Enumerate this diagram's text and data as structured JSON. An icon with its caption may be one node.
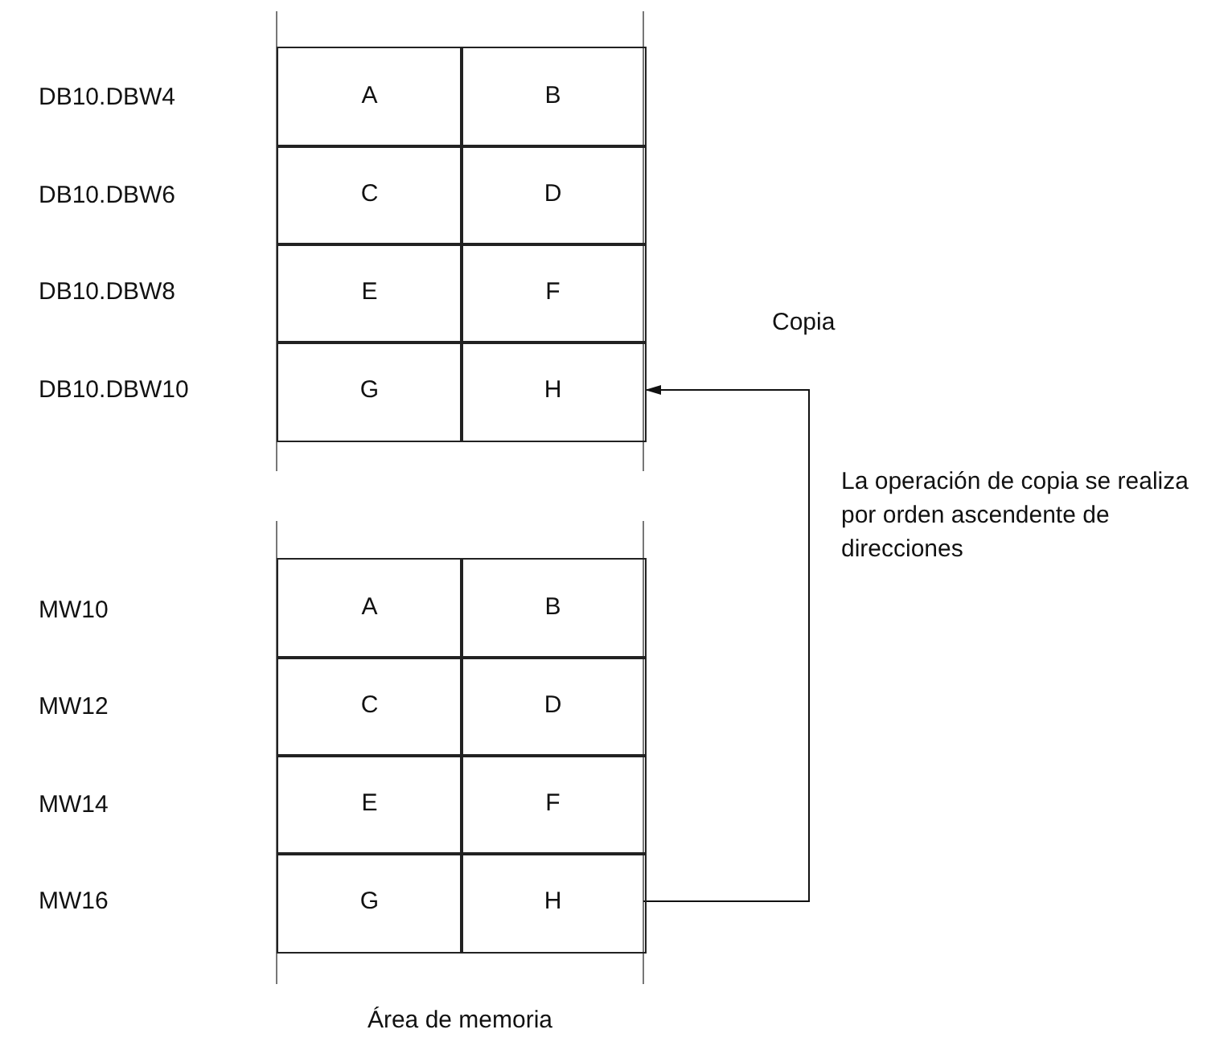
{
  "diagram": {
    "nodes": [
      {
        "text": [
          "A"
        ]
      },
      {
        "text": [
          "B"
        ]
      },
      {
        "text": [
          "C"
        ]
      },
      {
        "text": [
          "D"
        ]
      },
      {
        "text": [
          "E"
        ]
      },
      {
        "text": [
          "F"
        ]
      },
      {
        "text": [
          "G"
        ]
      },
      {
        "text": [
          "H"
        ]
      },
      {
        "text": [
          "A"
        ]
      },
      {
        "text": [
          "B"
        ]
      },
      {
        "text": [
          "C"
        ]
      },
      {
        "text": [
          "D"
        ]
      },
      {
        "text": [
          "E"
        ]
      },
      {
        "text": [
          "F"
        ]
      },
      {
        "text": [
          "G"
        ]
      },
      {
        "text": [
          "H"
        ]
      }
    ],
    "edges": [
      {
        "from": 15,
        "to": 7,
        "arrow": "to",
        "label": "Copia"
      }
    ],
    "labels": [
      "DB10.DBW4",
      "DB10.DBW6",
      "DB10.DBW8",
      "DB10.DBW10",
      "La operación de copia se realiza por orden ascendente de direcciones",
      "MW10",
      "MW12",
      "MW14",
      "MW16",
      "Área de memoria"
    ]
  }
}
